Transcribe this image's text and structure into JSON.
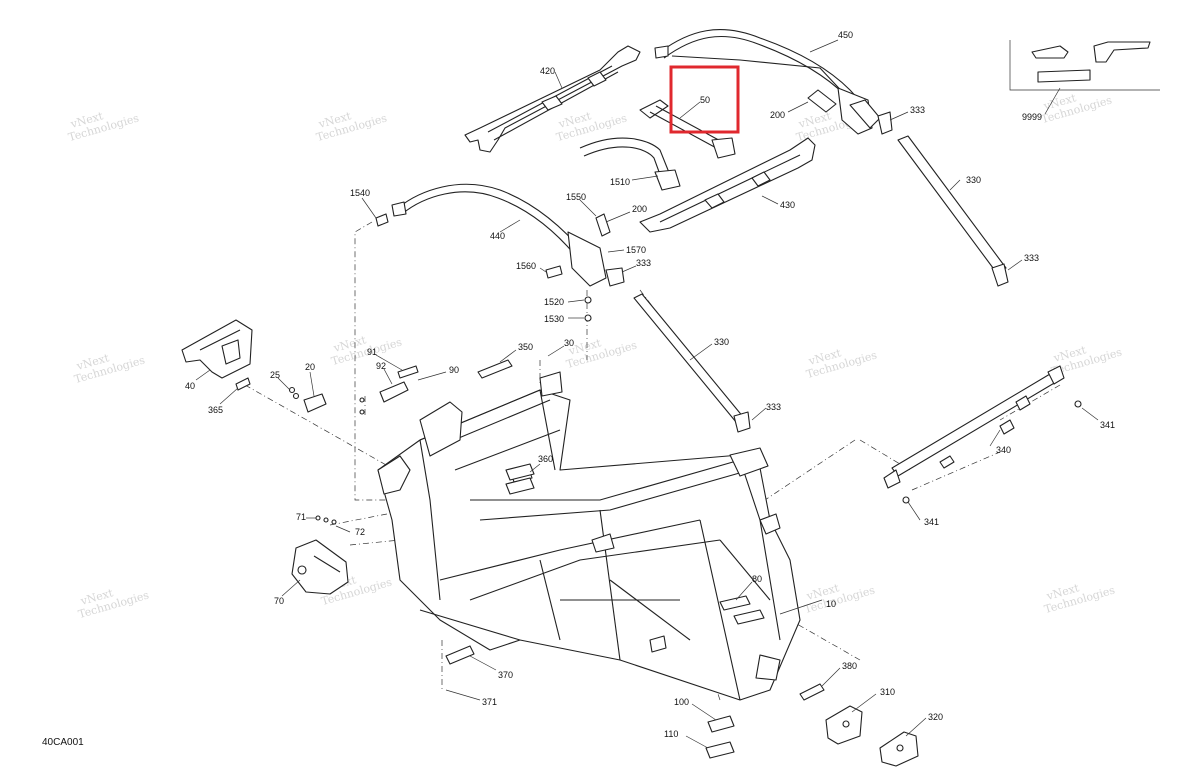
{
  "diagram": {
    "reference_code": "40CA001",
    "highlight_color": "#e0282e",
    "watermark": {
      "line1": "vNext",
      "line2": "Technologies",
      "small": "vNext Technologies"
    },
    "highlighted_part": "50",
    "callouts": {
      "c420": "420",
      "c450": "450",
      "c50": "50",
      "c200a": "200",
      "c333a": "333",
      "c9999": "9999",
      "c1510": "1510",
      "c330a": "330",
      "c430": "430",
      "c1540": "1540",
      "c1550": "1550",
      "c200b": "200",
      "c440": "440",
      "c1570": "1570",
      "c333b": "333",
      "c333c": "333",
      "c1560": "1560",
      "c1520": "1520",
      "c1530": "1530",
      "c330b": "330",
      "c91": "91",
      "c350": "350",
      "c30": "30",
      "c92": "92",
      "c20": "20",
      "c90": "90",
      "c25": "25",
      "c40": "40",
      "c365": "365",
      "c333d": "333",
      "c341a": "341",
      "c360": "360",
      "c340": "340",
      "c71": "71",
      "c72": "72",
      "c341b": "341",
      "c70": "70",
      "c80": "80",
      "c10": "10",
      "c370": "370",
      "c380": "380",
      "c371": "371",
      "c310": "310",
      "c100": "100",
      "c320": "320",
      "c110": "110"
    }
  }
}
